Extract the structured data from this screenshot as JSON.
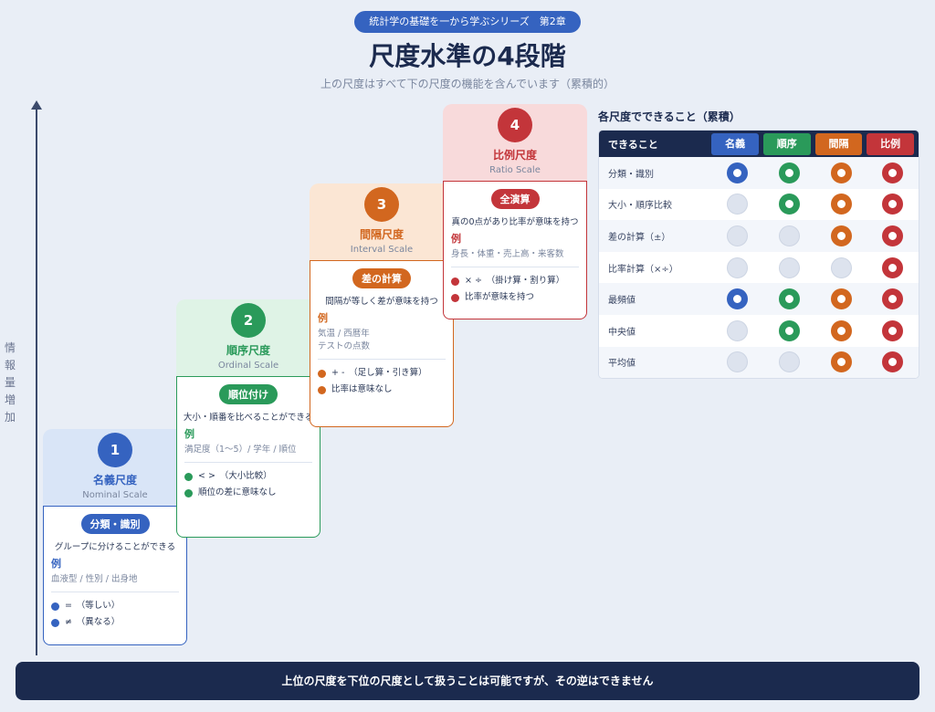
{
  "header": {
    "badge": "統計学の基礎を一から学ぶシリーズ　第2章",
    "title": "尺度水準の4段階",
    "subtitle": "上の尺度はすべて下の尺度の機能を含んでいます（累積的）"
  },
  "axis_label": "情報量増加",
  "colors": {
    "nominal": "#3563c0",
    "ordinal": "#2a9a5a",
    "interval": "#d2671f",
    "ratio": "#c3353a",
    "navy": "#1b2a4e"
  },
  "cards": [
    {
      "num": "1",
      "name": "名義尺度",
      "en": "Nominal Scale",
      "pill": "分類・識別",
      "desc": "グループに分けることができる",
      "ex_label": "例",
      "examples": [
        "血液型 / 性別 / 出身地"
      ],
      "ops": [
        "=　（等しい）",
        "≠　（異なる）"
      ]
    },
    {
      "num": "2",
      "name": "順序尺度",
      "en": "Ordinal Scale",
      "pill": "順位付け",
      "desc": "大小・順番を比べることができる",
      "ex_label": "例",
      "examples": [
        "満足度（1〜5）/ 学年 / 順位"
      ],
      "ops": [
        "< >　（大小比較）",
        "順位の差に意味なし"
      ]
    },
    {
      "num": "3",
      "name": "間隔尺度",
      "en": "Interval Scale",
      "pill": "差の計算",
      "desc": "間隔が等しく差が意味を持つ",
      "ex_label": "例",
      "examples": [
        "気温 / 西暦年",
        "テストの点数"
      ],
      "ops": [
        "+ -　（足し算・引き算）",
        "比率は意味なし"
      ]
    },
    {
      "num": "4",
      "name": "比例尺度",
      "en": "Ratio Scale",
      "pill": "全演算",
      "desc": "真の0点があり比率が意味を持つ",
      "ex_label": "例",
      "examples": [
        "身長・体重・売上高・来客数"
      ],
      "ops": [
        "× ÷　（掛け算・割り算）",
        "比率が意味を持つ"
      ]
    }
  ],
  "table": {
    "title": "各尺度でできること（累積）",
    "col0": "できること",
    "cols": [
      "名義",
      "順序",
      "間隔",
      "比例"
    ],
    "rows": [
      {
        "label": "分類・識別",
        "marks": [
          true,
          true,
          true,
          true
        ]
      },
      {
        "label": "大小・順序比較",
        "marks": [
          false,
          true,
          true,
          true
        ]
      },
      {
        "label": "差の計算（±）",
        "marks": [
          false,
          false,
          true,
          true
        ]
      },
      {
        "label": "比率計算（×÷）",
        "marks": [
          false,
          false,
          false,
          true
        ]
      },
      {
        "label": "最頻値",
        "marks": [
          true,
          true,
          true,
          true
        ]
      },
      {
        "label": "中央値",
        "marks": [
          false,
          true,
          true,
          true
        ]
      },
      {
        "label": "平均値",
        "marks": [
          false,
          false,
          true,
          true
        ]
      }
    ]
  },
  "footer": "上位の尺度を下位の尺度として扱うことは可能ですが、その逆はできません"
}
